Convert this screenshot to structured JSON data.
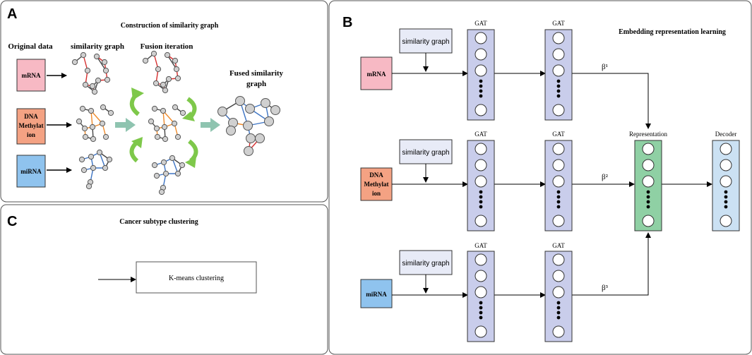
{
  "panel_a": {
    "letter": "A",
    "title": "Construction of similarity graph",
    "col_original": "Original data",
    "col_similarity": "similarity graph",
    "col_fusion": "Fusion iteration",
    "fused_line1": "Fused similarity",
    "fused_line2": "graph",
    "mrna": "mRNA",
    "dna_line1": "DNA",
    "dna_line2": "Methylat",
    "dna_line3": "ion",
    "mirna": "miRNA"
  },
  "panel_b": {
    "letter": "B",
    "title": "Embedding representation learning",
    "gat": "GAT",
    "sim_graph": "similarity graph",
    "representation": "Representation",
    "decoder": "Decoder",
    "beta1": "β¹",
    "beta2": "β²",
    "beta3": "β³",
    "mrna": "mRNA",
    "dna_line1": "DNA",
    "dna_line2": "Methylat",
    "dna_line3": "ion",
    "mirna": "miRNA"
  },
  "panel_c": {
    "letter": "C",
    "title": "Cancer subtype clustering",
    "kmeans": "K-means clustering"
  },
  "colors": {
    "mrna": "#f7b9c4",
    "dna": "#f4a283",
    "mirna": "#8fc3ee",
    "gat": "#c9cdeb",
    "representation": "#8fd0a4",
    "decoder": "#cbe1f3",
    "simbox": "#e8ebf7",
    "red_edge": "#d62e2e",
    "orange_edge": "#ef8a2a",
    "blue_edge": "#3d74c4",
    "fusion_arrow": "#7ec84a",
    "big_arrow": "#8fc4b0"
  }
}
